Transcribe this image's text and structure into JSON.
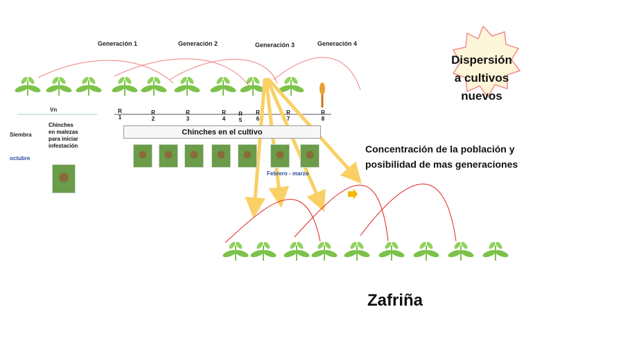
{
  "generations": [
    "Generación 1",
    "Generación 2",
    "Generación 3",
    "Generación 4"
  ],
  "vn_label": "Vn",
  "siembra_label": "Siembra",
  "octubre_label": "octubre",
  "chinches_malezas_lines": [
    "Chinches",
    "en malezas",
    "para iniciar",
    "infestación"
  ],
  "stages": [
    {
      "r": "R",
      "n": "1"
    },
    {
      "r": "R",
      "n": "2"
    },
    {
      "r": "R",
      "n": "3"
    },
    {
      "r": "R",
      "n": "4"
    },
    {
      "r": "R",
      "n": "5"
    },
    {
      "r": "R",
      "n": "6"
    },
    {
      "r": "R",
      "n": "7"
    },
    {
      "r": "R",
      "n": "8"
    }
  ],
  "box_label": "Chinches en el cultivo",
  "febrero_label": "Febrero - marzo",
  "dispersion_lines": [
    "Dispersión",
    "a cultivos",
    "nuevos"
  ],
  "concentracion_lines": [
    "Concentración de la población y",
    "posibilidad de mas generaciones"
  ],
  "zafrina_label": "Zafriña",
  "colors": {
    "arc": "#f08080",
    "arc_bottom": "#e02020",
    "arrow": "#f9d066",
    "plant": "#7cc24a",
    "star_fill": "#fef6d8",
    "star_stroke": "#f28a8a",
    "octubre": "#2a4a9a"
  }
}
